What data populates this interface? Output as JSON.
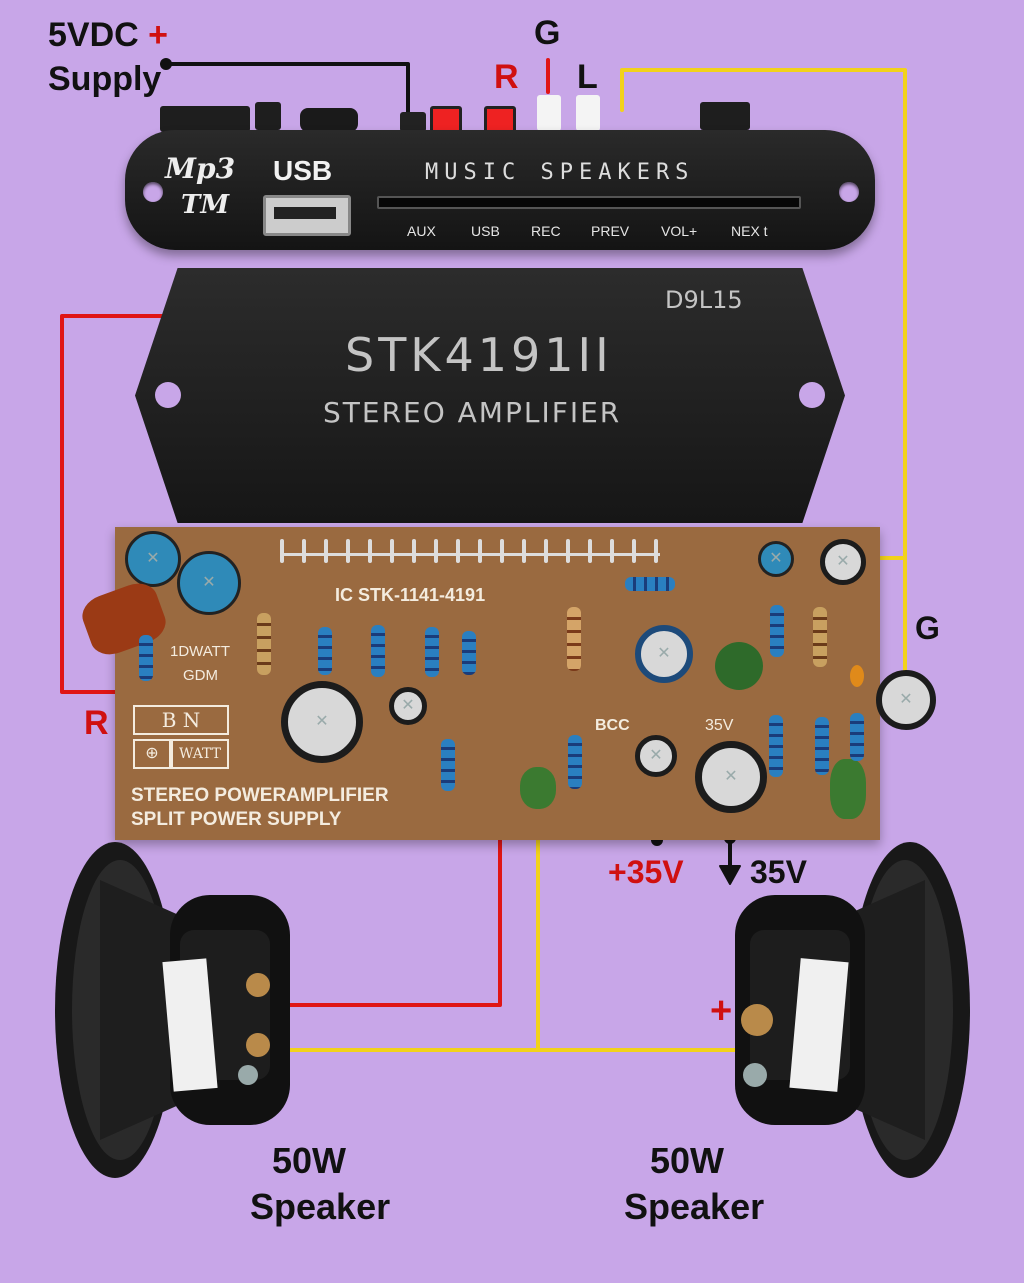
{
  "labels": {
    "supply_line1": "5VDC",
    "supply_plus": "+",
    "supply_line2": "Supply",
    "top_g": "G",
    "top_r": "R",
    "top_l": "L",
    "side_r": "R",
    "side_g": "G",
    "plus35": "+35V",
    "minus35": "35V",
    "speaker_left_power": "50W",
    "speaker_left_name": "Speaker",
    "speaker_right_power": "50W",
    "speaker_right_name": "Speaker",
    "speaker_right_plus": "+"
  },
  "mp3_module": {
    "brand_line1": "Mp3",
    "brand_line2": "TM",
    "usb_label": "USB",
    "title": "MUSIC SPEAKERS",
    "buttons": [
      "AUX",
      "USB",
      "REC",
      "PREV",
      "VOL+",
      "NEX t"
    ]
  },
  "amplifier_chip": {
    "code": "D9L15",
    "name": "STK4191II",
    "subtitle": "STEREO AMPLIFIER"
  },
  "pcb": {
    "ic_label": "IC STK-1141-4191",
    "watt_label": "1DWATT",
    "gdm_label": "GDM",
    "logo_bn": "B N",
    "logo_watt": "WATT",
    "bcc_label": "BCC",
    "v35_label": "35V",
    "footer_line1": "STEREO POWERAMPLIFIER",
    "footer_line2": "SPLIT POWER SUPPLY"
  },
  "colors": {
    "background": "#c8a6e8",
    "wire_red": "#e01515",
    "wire_yellow": "#f2d21a",
    "wire_black": "#111111",
    "pcb": "#9a6a40"
  }
}
